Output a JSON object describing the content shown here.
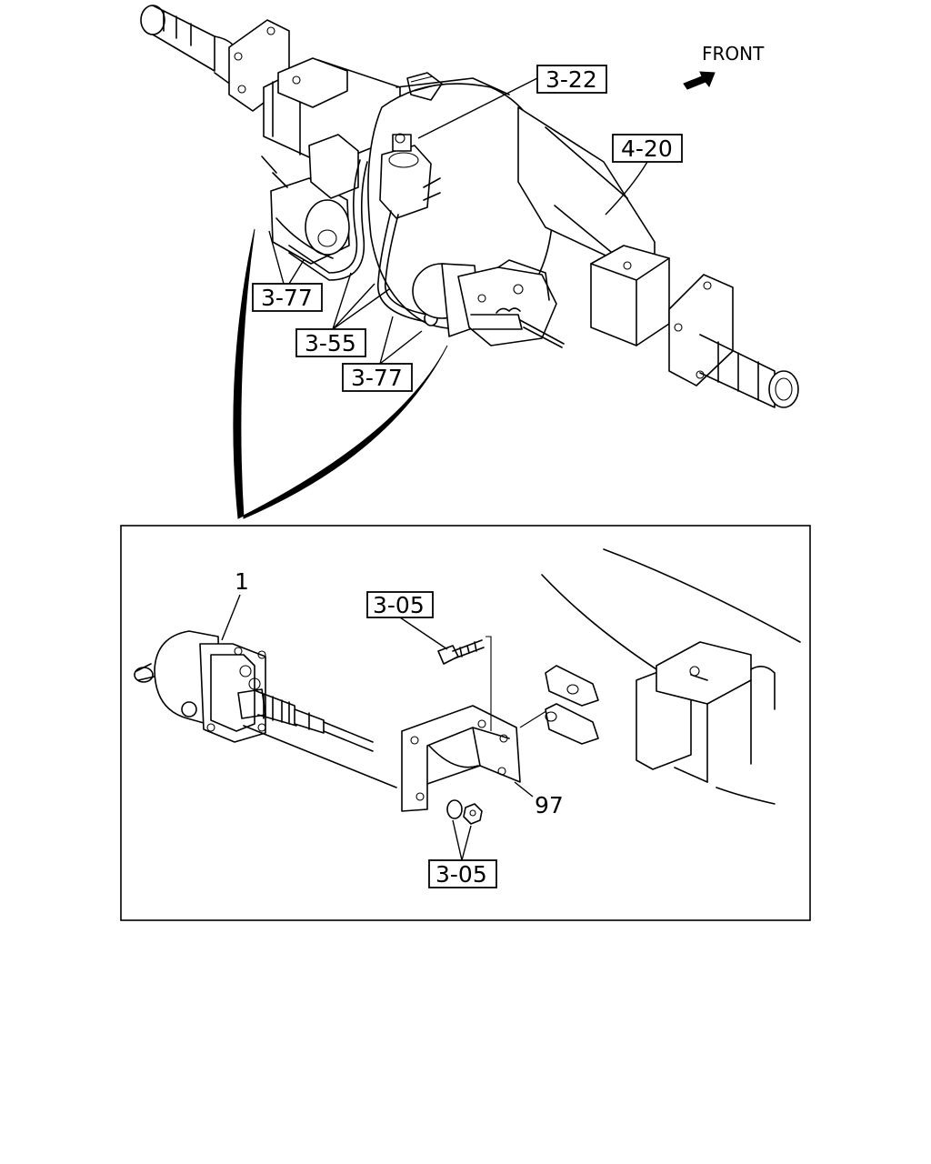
{
  "front_label": "FRONT",
  "callouts": {
    "c_3_22": "3-22",
    "c_4_20": "4-20",
    "c_3_77_left": "3-77",
    "c_3_55": "3-55",
    "c_3_77_right": "3-77",
    "c_3_05_top": "3-05",
    "c_3_05_bottom": "3-05"
  },
  "part_numbers": {
    "p1": "1",
    "p97": "97"
  }
}
